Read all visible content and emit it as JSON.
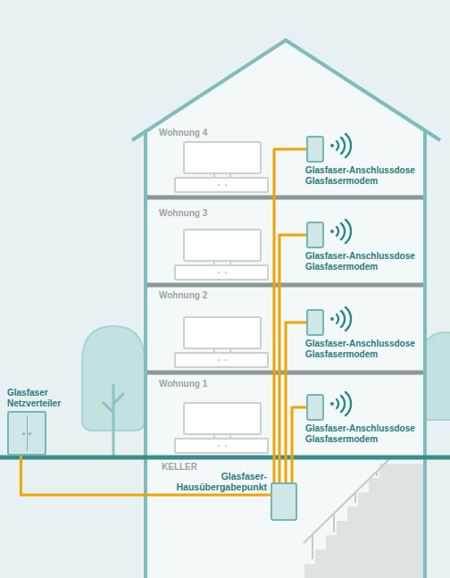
{
  "diagram": {
    "nodes": [
      {
        "text": [
          "Glasfaser Netzverteiler"
        ]
      },
      {
        "text": [
          "Glasfaser-Hausübergabepunkt"
        ]
      },
      {
        "text": [
          "Glasfaser-Anschlussdose",
          "Glasfasermodem"
        ]
      },
      {
        "text": [
          "Glasfaser-Anschlussdose",
          "Glasfasermodem"
        ]
      },
      {
        "text": [
          "Glasfaser-Anschlussdose",
          "Glasfasermodem"
        ]
      },
      {
        "text": [
          "Glasfaser-Anschlussdose",
          "Glasfasermodem"
        ]
      }
    ],
    "edges": [
      {
        "from": 0,
        "to": 1,
        "arrow": "none"
      },
      {
        "from": 1,
        "to": 2,
        "arrow": "none"
      },
      {
        "from": 1,
        "to": 3,
        "arrow": "none"
      },
      {
        "from": 1,
        "to": 4,
        "arrow": "none"
      },
      {
        "from": 1,
        "to": 5,
        "arrow": "none"
      }
    ],
    "labels": [
      "Wohnung 4",
      "Wohnung 3",
      "Wohnung 2",
      "Wohnung 1",
      "KELLER"
    ]
  }
}
